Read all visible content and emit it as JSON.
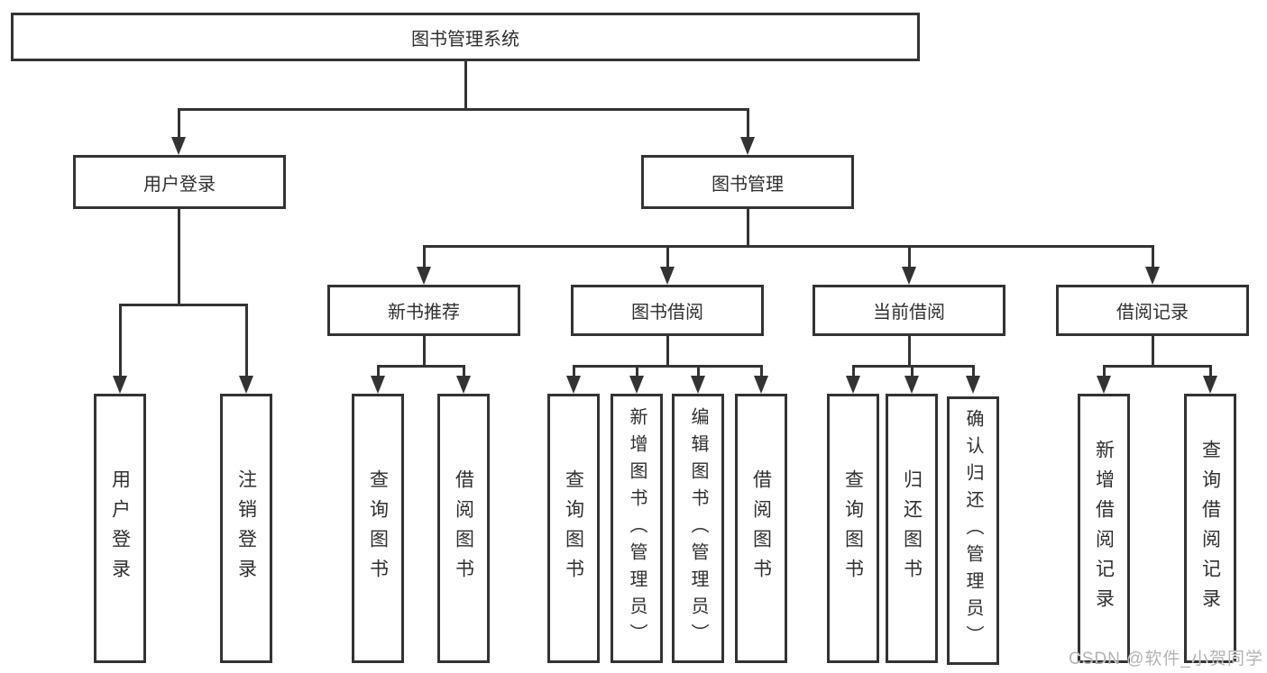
{
  "root": {
    "label": "图书管理系统"
  },
  "user_login": {
    "label": "用户登录",
    "children": [
      "用户登录",
      "注销登录"
    ]
  },
  "book_mgmt": {
    "label": "图书管理",
    "modules": [
      {
        "label": "新书推荐",
        "children": [
          "查询图书",
          "借阅图书"
        ]
      },
      {
        "label": "图书借阅",
        "children": [
          "查询图书",
          "新增图书（管理员）",
          "编辑图书（管理员）",
          "借阅图书"
        ]
      },
      {
        "label": "当前借阅",
        "children": [
          "查询图书",
          "归还图书",
          "确认归还（管理员）"
        ]
      },
      {
        "label": "借阅记录",
        "children": [
          "新增借阅记录",
          "查询借阅记录"
        ]
      }
    ]
  },
  "watermark": "CSDN @软件_小贺同学",
  "colors": {
    "line": "#333333",
    "text": "#2f2f2f",
    "watermark": "#b3b3b3",
    "background": "#ffffff"
  }
}
